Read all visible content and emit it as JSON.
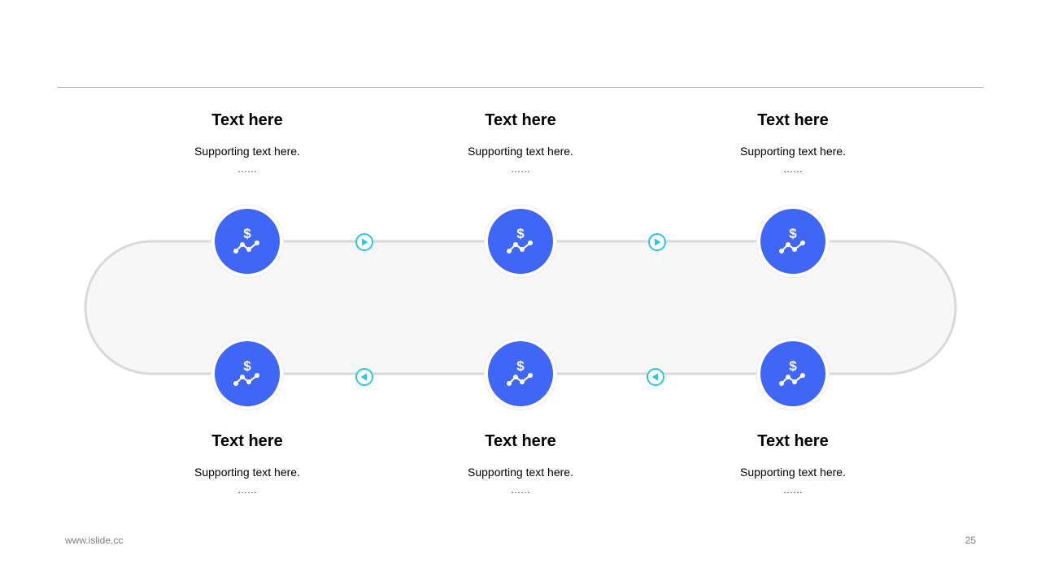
{
  "colors": {
    "accent": "#3f66f5",
    "arrow": "#29c6ea",
    "track": "#d9d9d9"
  },
  "top_row": [
    {
      "title": "Text here",
      "subtitle": "Supporting text here.",
      "more": "……",
      "icon": "dollar-chart-icon"
    },
    {
      "title": "Text here",
      "subtitle": "Supporting text here.",
      "more": "……",
      "icon": "dollar-chart-icon"
    },
    {
      "title": "Text here",
      "subtitle": "Supporting text here.",
      "more": "……",
      "icon": "dollar-chart-icon"
    }
  ],
  "bottom_row": [
    {
      "title": "Text here",
      "subtitle": "Supporting text here.",
      "more": "……",
      "icon": "dollar-chart-icon"
    },
    {
      "title": "Text here",
      "subtitle": "Supporting text here.",
      "more": "……",
      "icon": "dollar-chart-icon"
    },
    {
      "title": "Text here",
      "subtitle": "Supporting text here.",
      "more": "……",
      "icon": "dollar-chart-icon"
    }
  ],
  "arrows": {
    "top": "play-right-icon",
    "bottom": "play-left-icon"
  },
  "footer": {
    "url": "www.islide.cc",
    "page": "25"
  }
}
